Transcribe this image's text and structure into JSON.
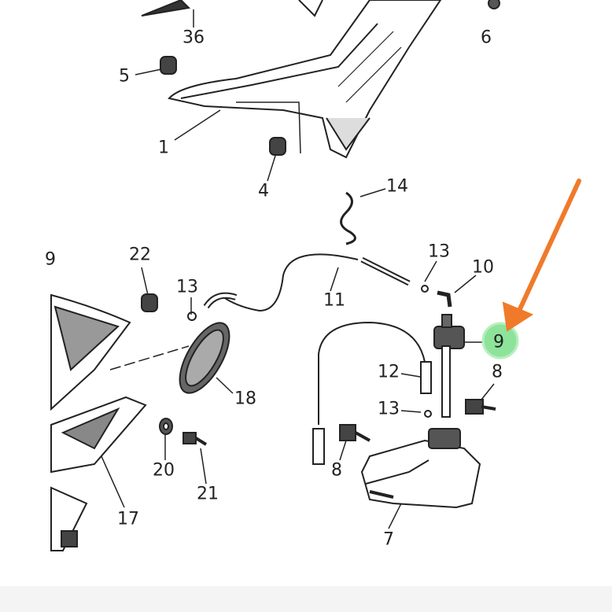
{
  "diagram": {
    "type": "exploded parts diagram",
    "callouts": [
      {
        "id": "c36",
        "text": "36"
      },
      {
        "id": "c6",
        "text": "6"
      },
      {
        "id": "c5",
        "text": "5"
      },
      {
        "id": "c1",
        "text": "1"
      },
      {
        "id": "c4",
        "text": "4"
      },
      {
        "id": "c14",
        "text": "14"
      },
      {
        "id": "c22",
        "text": "22"
      },
      {
        "id": "c9left",
        "text": "9"
      },
      {
        "id": "c13a",
        "text": "13"
      },
      {
        "id": "c10",
        "text": "10"
      },
      {
        "id": "c13b",
        "text": "13"
      },
      {
        "id": "c11",
        "text": "11"
      },
      {
        "id": "c9",
        "text": "9"
      },
      {
        "id": "c12",
        "text": "12"
      },
      {
        "id": "c8a",
        "text": "8"
      },
      {
        "id": "c18",
        "text": "18"
      },
      {
        "id": "c13c",
        "text": "13"
      },
      {
        "id": "c20",
        "text": "20"
      },
      {
        "id": "c21",
        "text": "21"
      },
      {
        "id": "c8b",
        "text": "8"
      },
      {
        "id": "c17",
        "text": "17"
      },
      {
        "id": "c7",
        "text": "7"
      }
    ],
    "highlight": {
      "part": "9",
      "circle_color": "#8ee39a",
      "arrow_color": "#f07a2a"
    }
  }
}
